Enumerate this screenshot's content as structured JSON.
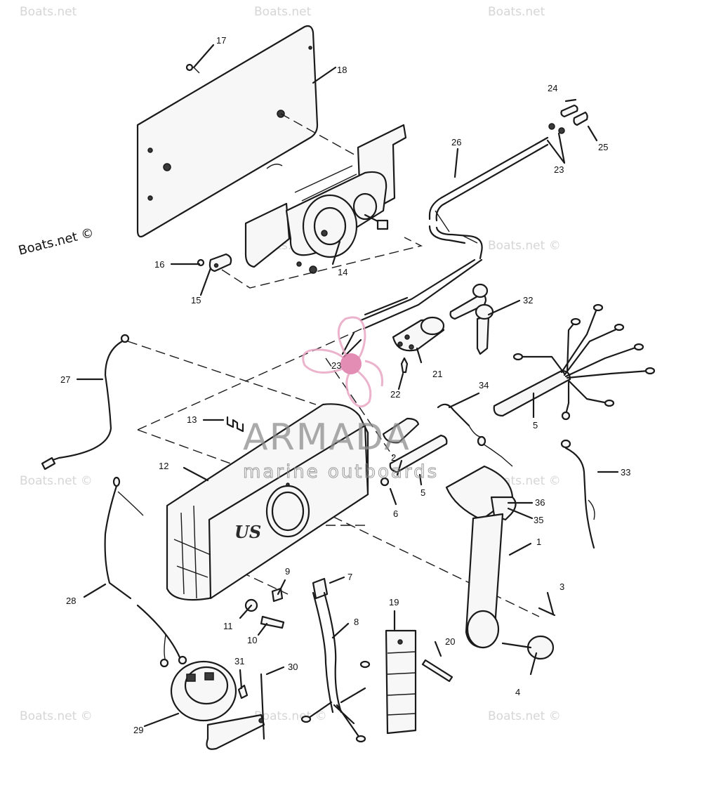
{
  "watermark": {
    "text": "Boats.net ©",
    "corner_text": "Boats.net",
    "brand": "ARMADA",
    "brand_sub": "marine outboards",
    "propeller_color": "#e8a6c4",
    "hub_color": "#e07aa8"
  },
  "control_logo": "US",
  "callouts": [
    {
      "id": "c1",
      "label": "1"
    },
    {
      "id": "c2",
      "label": "2"
    },
    {
      "id": "c3",
      "label": "3"
    },
    {
      "id": "c4",
      "label": "4"
    },
    {
      "id": "c5a",
      "label": "5"
    },
    {
      "id": "c5b",
      "label": "5"
    },
    {
      "id": "c6",
      "label": "6"
    },
    {
      "id": "c7",
      "label": "7"
    },
    {
      "id": "c8",
      "label": "8"
    },
    {
      "id": "c9",
      "label": "9"
    },
    {
      "id": "c10",
      "label": "10"
    },
    {
      "id": "c11",
      "label": "11"
    },
    {
      "id": "c12",
      "label": "12"
    },
    {
      "id": "c13",
      "label": "13"
    },
    {
      "id": "c14",
      "label": "14"
    },
    {
      "id": "c15",
      "label": "15"
    },
    {
      "id": "c16",
      "label": "16"
    },
    {
      "id": "c17",
      "label": "17"
    },
    {
      "id": "c18",
      "label": "18"
    },
    {
      "id": "c19",
      "label": "19"
    },
    {
      "id": "c20",
      "label": "20"
    },
    {
      "id": "c21",
      "label": "21"
    },
    {
      "id": "c22",
      "label": "22"
    },
    {
      "id": "c23a",
      "label": "23"
    },
    {
      "id": "c23b",
      "label": "23"
    },
    {
      "id": "c24",
      "label": "24"
    },
    {
      "id": "c25",
      "label": "25"
    },
    {
      "id": "c26",
      "label": "26"
    },
    {
      "id": "c27",
      "label": "27"
    },
    {
      "id": "c28",
      "label": "28"
    },
    {
      "id": "c29",
      "label": "29"
    },
    {
      "id": "c30",
      "label": "30"
    },
    {
      "id": "c31",
      "label": "31"
    },
    {
      "id": "c32",
      "label": "32"
    },
    {
      "id": "c33",
      "label": "33"
    },
    {
      "id": "c34",
      "label": "34"
    },
    {
      "id": "c35",
      "label": "35"
    },
    {
      "id": "c36",
      "label": "36"
    }
  ]
}
